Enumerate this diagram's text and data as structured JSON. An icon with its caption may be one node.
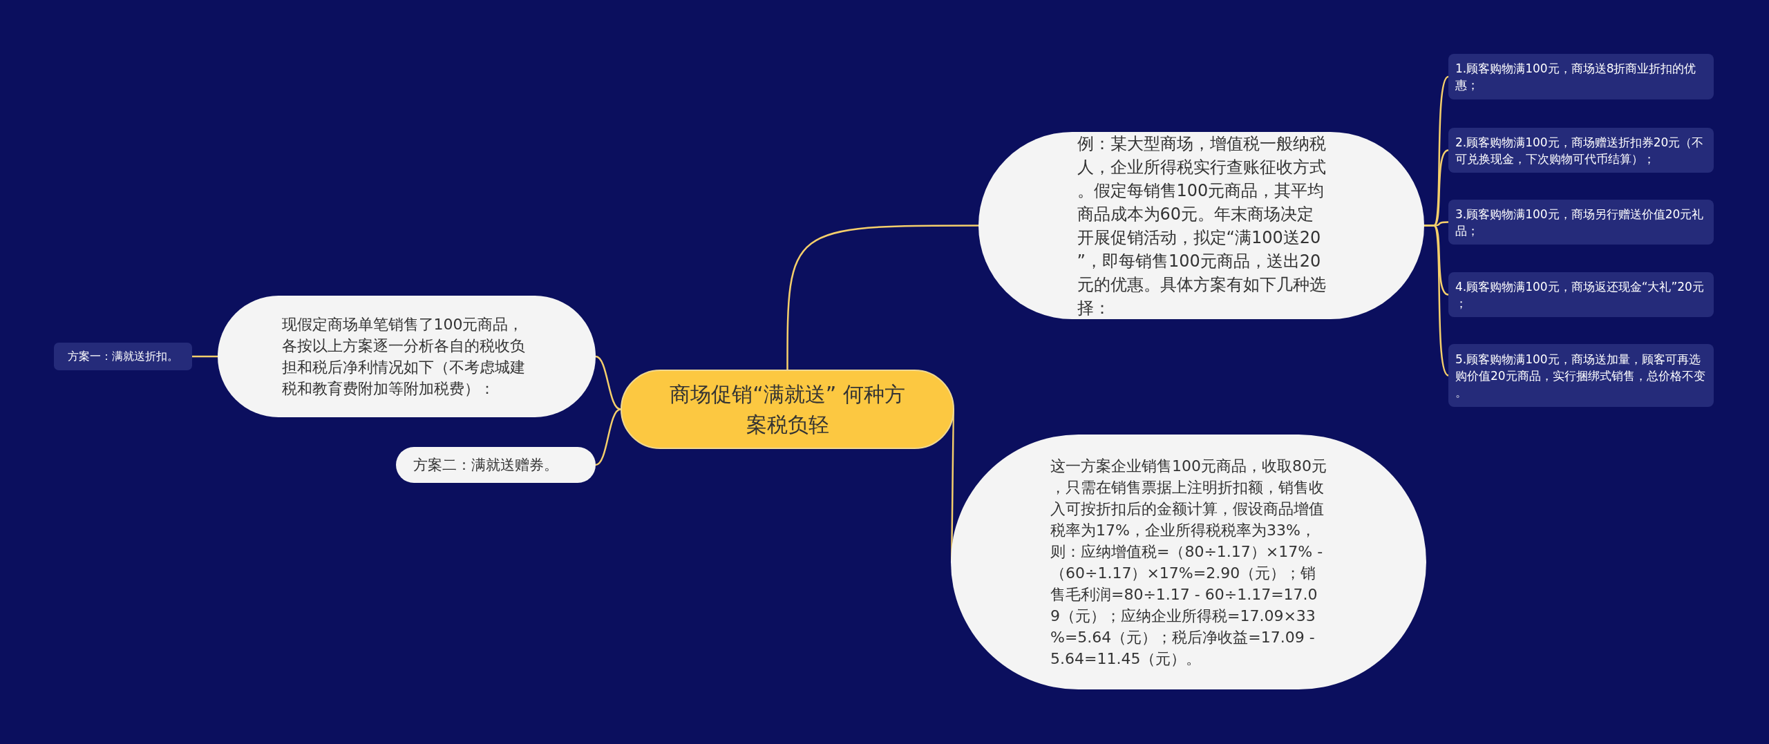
{
  "diagram": {
    "nodes": [
      {
        "text": [
          "商场促销“满就送” 何种方案税负轻"
        ]
      },
      {
        "text": [
          "现假定商场单笔销售了100元商品，各按以上方案逐一分析各自的税收负担和税后净利情况如下（不考虑城建税和教育费附加等附加税费）："
        ]
      },
      {
        "text": [
          "方案一：满就送折扣。"
        ]
      },
      {
        "text": [
          "方案二：满就送赠券。"
        ]
      },
      {
        "text": [
          "例：某大型商场，增值税一般纳税人，企业所得税实行查账征收方式。假定每销售100元商品，其平均商品成本为60元。年末商场决定开展促销活动，拟定“满100送20”，即每销售100元商品，送出20元的优惠。具体方案有如下几种选择："
        ]
      },
      {
        "text": [
          "1.顾客购物满100元，商场送8折商业折扣的优惠；"
        ]
      },
      {
        "text": [
          "2.顾客购物满100元，商场赠送折扣券20元（不可兑换现金，下次购物可代币结算）；"
        ]
      },
      {
        "text": [
          "3.顾客购物满100元，商场另行赠送价值20元礼品；"
        ]
      },
      {
        "text": [
          "4.顾客购物满100元，商场返还现金“大礼”20元；"
        ]
      },
      {
        "text": [
          "5.顾客购物满100元，商场送加量，顾客可再选购价值20元商品，实行捆绑式销售，总价格不变。"
        ]
      },
      {
        "text": [
          "这一方案企业销售100元商品，收取80元，只需在销售票据上注明折扣额，销售收入可按折扣后的金额计算，假设商品增值税率为17%，企业所得税税率为33%，则：应纳增值税=（80÷1.17）×17% -（60÷1.17）×17%=2.90（元）；销售毛利润=80÷1.17 - 60÷1.17=17.09（元）；应纳企业所得税=17.09×33%=5.64（元）；税后净收益=17.09 - 5.64=11.45（元）。"
        ]
      }
    ],
    "edges": [
      {
        "from": 0,
        "to": 1,
        "arrow": "none"
      },
      {
        "from": 1,
        "to": 2,
        "arrow": "none"
      },
      {
        "from": 0,
        "to": 3,
        "arrow": "none"
      },
      {
        "from": 0,
        "to": 4,
        "arrow": "none"
      },
      {
        "from": 4,
        "to": 5,
        "arrow": "none"
      },
      {
        "from": 4,
        "to": 6,
        "arrow": "none"
      },
      {
        "from": 4,
        "to": 7,
        "arrow": "none"
      },
      {
        "from": 4,
        "to": 8,
        "arrow": "none"
      },
      {
        "from": 4,
        "to": 9,
        "arrow": "none"
      },
      {
        "from": 0,
        "to": 10,
        "arrow": "none"
      }
    ]
  }
}
